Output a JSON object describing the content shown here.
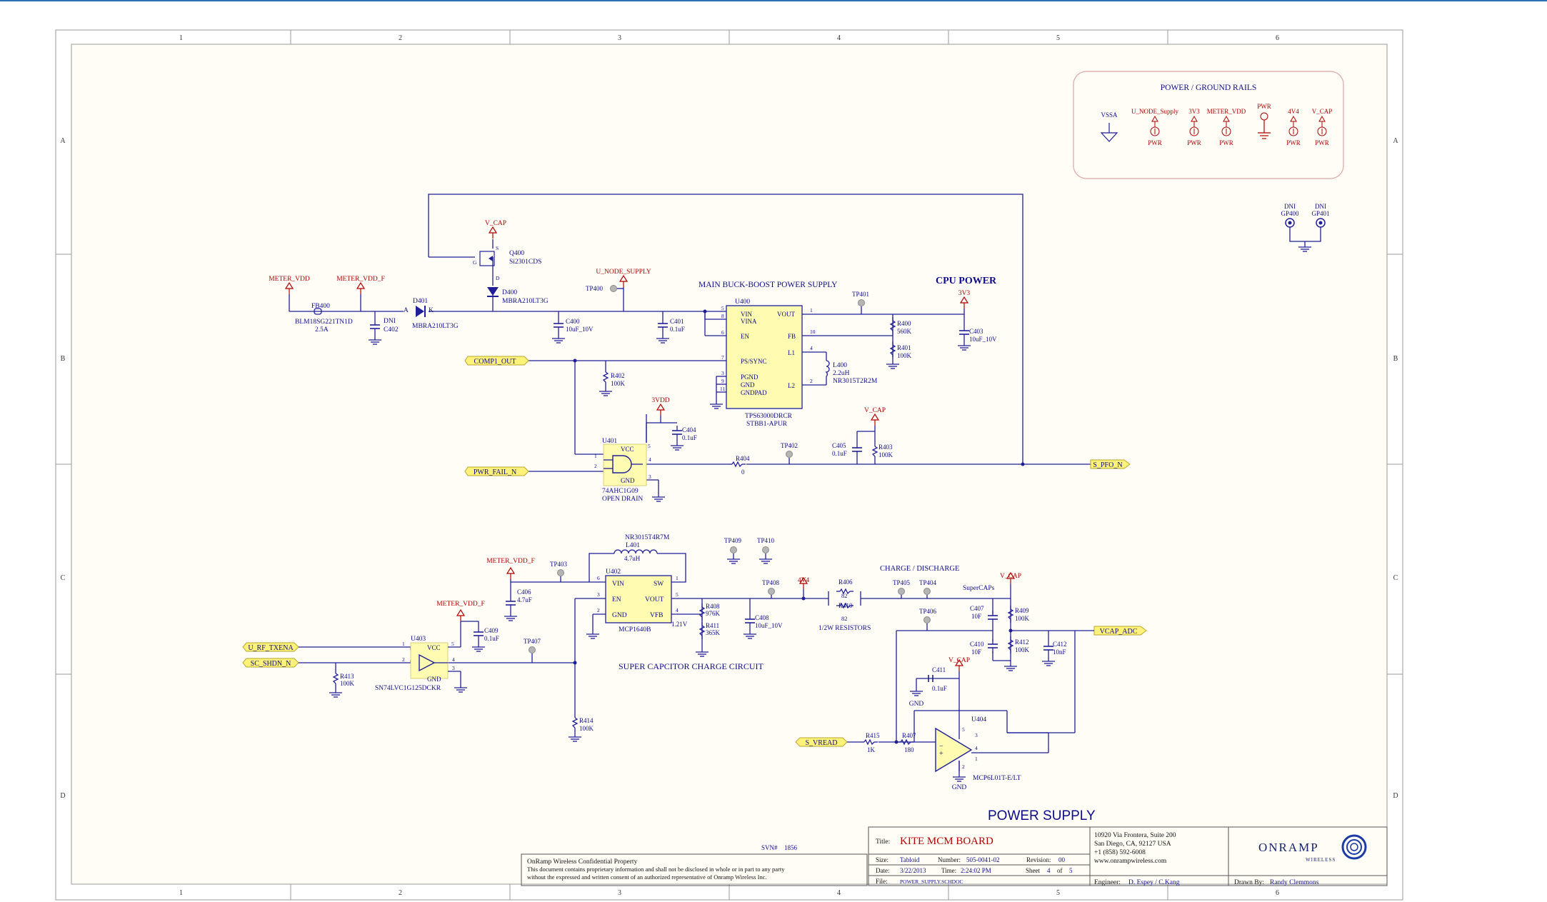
{
  "frame": {
    "columns": [
      "1",
      "2",
      "3",
      "4",
      "5",
      "6"
    ],
    "rows": [
      "A",
      "B",
      "C",
      "D"
    ]
  },
  "colors": {
    "sheet_bg": "#fffdf6",
    "wire": "#1f1f9a",
    "text": "#0b0b8a",
    "power": "#b00000",
    "port_fill": "#fff27a",
    "gate_fill": "#fffbb0",
    "border": "#9a9a9a"
  },
  "rails_box": {
    "title": "POWER / GROUND RAILS",
    "rails": [
      {
        "label": "VSSA",
        "sub": ""
      },
      {
        "label": "U_NODE_Supply",
        "sub": "PWR"
      },
      {
        "label": "3V3",
        "sub": "PWR"
      },
      {
        "label": "METER_VDD",
        "sub": "PWR"
      },
      {
        "label": "PWR",
        "sub": ""
      },
      {
        "label": "4V4",
        "sub": "PWR"
      },
      {
        "label": "V_CAP",
        "sub": "PWR"
      }
    ]
  },
  "dni_gp": [
    {
      "dni": "DNI",
      "ref": "GP400"
    },
    {
      "dni": "DNI",
      "ref": "GP401"
    }
  ],
  "section_titles": {
    "buck_boost": "MAIN BUCK-BOOST POWER SUPPLY",
    "cpu_power": "CPU POWER",
    "charge_discharge": "CHARGE / DISCHARGE",
    "supercaps": "SuperCAPs",
    "super_cap_circuit": "SUPER CAPCITOR CHARGE CIRCUIT",
    "resistors_note": "1/2W RESISTORS",
    "sheet_name": "POWER SUPPLY"
  },
  "power_labels": {
    "meter_vdd": "METER_VDD",
    "meter_vdd_f": "METER_VDD_F",
    "v_cap": "V_CAP",
    "u_node_supply": "U_NODE_SUPPLY",
    "v3v3": "3V3",
    "v3vdd": "3VDD",
    "v4v4": "4V4",
    "gnd": "GND"
  },
  "ports": {
    "comp1_out": "COMP1_OUT",
    "pwr_fail_n": "PWR_FAIL_N",
    "s_pfo_n": "S_PFO_N",
    "u_rf_txena": "U_RF_TXENA",
    "sc_shdn_n": "SC_SHDN_N",
    "vcap_adc": "VCAP_ADC",
    "s_vread": "S_VREAD"
  },
  "parts": {
    "fb400": {
      "ref": "FB400",
      "value": "BLM18SG221TN1D",
      "value2": "2.5A"
    },
    "c402": {
      "ref": "C402",
      "dni": "DNI"
    },
    "d401": {
      "ref": "D401",
      "value": "MBRA210LT3G",
      "a": "A",
      "k": "K"
    },
    "d400": {
      "ref": "D400",
      "value": "MBRA210LT3G"
    },
    "q400": {
      "ref": "Q400",
      "value": "Si2301CDS",
      "s": "S",
      "g": "G",
      "d": "D"
    },
    "c400": {
      "ref": "C400",
      "value": "10uF_10V"
    },
    "c401": {
      "ref": "C401",
      "value": "0.1uF"
    },
    "u400": {
      "ref": "U400",
      "value": "TPS63000DRCR",
      "value2": "STBB1-APUR",
      "pins": {
        "vin": "VIN",
        "vina": "VINA",
        "en": "EN",
        "ps": "PS/SYNC",
        "pgnd": "PGND",
        "gnd": "GND",
        "gndpad": "GNDPAD",
        "vout": "VOUT",
        "fb": "FB",
        "l1": "L1",
        "l2": "L2"
      },
      "pin_numbers": [
        "5",
        "8",
        "6",
        "7",
        "3",
        "9",
        "11",
        "1",
        "10",
        "4",
        "2"
      ]
    },
    "r400": {
      "ref": "R400",
      "value": "560K"
    },
    "r401": {
      "ref": "R401",
      "value": "100K"
    },
    "c403": {
      "ref": "C403",
      "value": "10uF_10V"
    },
    "l400": {
      "ref": "L400",
      "value": "2.2uH",
      "value2": "NR3015T2R2M"
    },
    "r402": {
      "ref": "R402",
      "value": "100K"
    },
    "u401": {
      "ref": "U401",
      "value": "74AHC1G09",
      "value2": "OPEN DRAIN",
      "vcc": "VCC",
      "gnd": "GND",
      "pins": [
        "5",
        "1",
        "2",
        "4",
        "3"
      ]
    },
    "c404": {
      "ref": "C404",
      "value": "0.1uF"
    },
    "r404": {
      "ref": "R404",
      "value": "0"
    },
    "c405": {
      "ref": "C405",
      "value": "0.1uF"
    },
    "r403": {
      "ref": "R403",
      "value": "100K"
    },
    "l401": {
      "ref": "L401",
      "value": "4.7uH",
      "value2": "NR3015T4R7M"
    },
    "u402": {
      "ref": "U402",
      "value": "MCP1640B",
      "vin": "VIN",
      "en": "EN",
      "gnd": "GND",
      "sw": "SW",
      "vout": "VOUT",
      "vfb": "VFB",
      "vfb_v": "1.21V",
      "pins": [
        "6",
        "3",
        "2",
        "1",
        "5",
        "4"
      ]
    },
    "c406": {
      "ref": "C406",
      "value": "4.7uF"
    },
    "r408": {
      "ref": "R408",
      "value": "976K"
    },
    "r411": {
      "ref": "R411",
      "value": "365K"
    },
    "c408": {
      "ref": "C408",
      "value": "10uF_10V"
    },
    "r406": {
      "ref": "R406",
      "value": "82"
    },
    "r410": {
      "ref": "R410",
      "value": "82"
    },
    "c407": {
      "ref": "C407",
      "value": "10F"
    },
    "c410": {
      "ref": "C410",
      "value": "10F"
    },
    "r409": {
      "ref": "R409",
      "value": "100K"
    },
    "r412": {
      "ref": "R412",
      "value": "100K"
    },
    "c412": {
      "ref": "C412",
      "value": "10nF"
    },
    "c409": {
      "ref": "C409",
      "value": "0.1uF"
    },
    "u403": {
      "ref": "U403",
      "value": "SN74LVC1G125DCKR",
      "vcc": "VCC",
      "gnd": "GND",
      "pins": [
        "5",
        "1",
        "2",
        "4",
        "3"
      ]
    },
    "r413": {
      "ref": "R413",
      "value": "100K"
    },
    "r414": {
      "ref": "R414",
      "value": "100K"
    },
    "c411": {
      "ref": "C411",
      "value": "0.1uF"
    },
    "u404": {
      "ref": "U404",
      "value": "MCP6L01T-E/LT",
      "pins": [
        "5",
        "3",
        "4",
        "1",
        "2"
      ]
    },
    "r415": {
      "ref": "R415",
      "value": "1K"
    },
    "r407": {
      "ref": "R407",
      "value": "180"
    }
  },
  "test_points": [
    "TP400",
    "TP401",
    "TP402",
    "TP403",
    "TP404",
    "TP405",
    "TP406",
    "TP407",
    "TP408",
    "TP409",
    "TP410"
  ],
  "title_block": {
    "confidential_title": "OnRamp Wireless Confidential Property",
    "confidential_body1": "This document contains proprietary information and shall not be disclosed in whole or in part to any party",
    "confidential_body2": "without the expressed and written consent of an authorized representative of Onramp Wireless Inc.",
    "svn_label": "SVN#",
    "svn": "1856",
    "title_label": "Title:",
    "title": "KITE MCM BOARD",
    "size_label": "Size:",
    "size": "Tabloid",
    "number_label": "Number:",
    "number": "505-0041-02",
    "revision_label": "Revision:",
    "revision": "00",
    "date_label": "Date:",
    "date": "3/22/2013",
    "time_label": "Time:",
    "time": "2:24:02 PM",
    "sheet_label": "Sheet",
    "sheet": "4",
    "of": "of",
    "sheets": "5",
    "file_label": "File:",
    "file": "POWER_SUPPLY.SCHDOC",
    "address1": "10920 Via Frontera, Suite 200",
    "address2": "San Diego, CA, 92127 USA",
    "phone": "+1 (858) 592-6008",
    "web": "www.onrampwireless.com",
    "engineer_label": "Engineer:",
    "engineer": "D. Espey / C.Kang",
    "drawn_label": "Drawn By:",
    "drawn": "Randy Clemmons",
    "logo_word": "ONRAMP",
    "logo_sub": "WIRELESS"
  }
}
